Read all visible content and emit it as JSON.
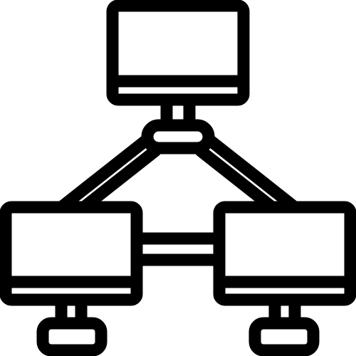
{
  "icon": {
    "name": "network-computers-icon",
    "stroke_color": "#000000",
    "fill_color": "#ffffff",
    "background": "#ffffff"
  },
  "nodes": [
    {
      "id": "top",
      "icon": "monitor-icon"
    },
    {
      "id": "left",
      "icon": "monitor-icon"
    },
    {
      "id": "right",
      "icon": "monitor-icon"
    }
  ],
  "hub": {
    "icon": "network-hub-icon"
  }
}
